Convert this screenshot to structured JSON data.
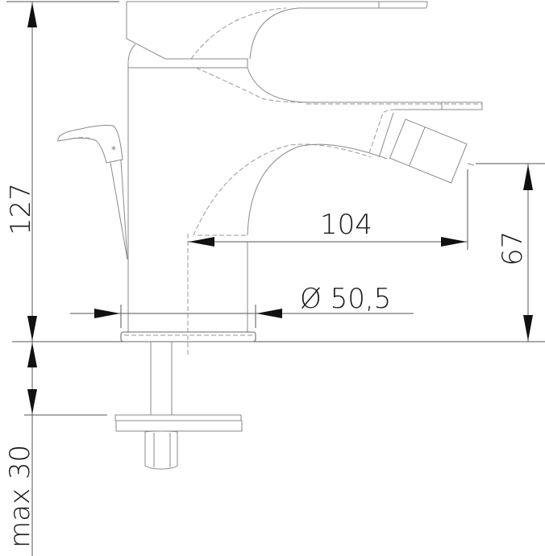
{
  "drawing": {
    "subject": "Bidet mixer dimension drawing",
    "dimensions": {
      "total_height": "127",
      "spout_reach": "104",
      "spout_height": "67",
      "base_diameter": "Ø 50,5",
      "max_mount_thickness": "max 30"
    },
    "symbols": {
      "cold_hot_marker": "*"
    },
    "colors": {
      "line": "#8a8a8a",
      "dimension": "#555555",
      "text": "#1a1a1a",
      "background": "#ffffff"
    }
  }
}
